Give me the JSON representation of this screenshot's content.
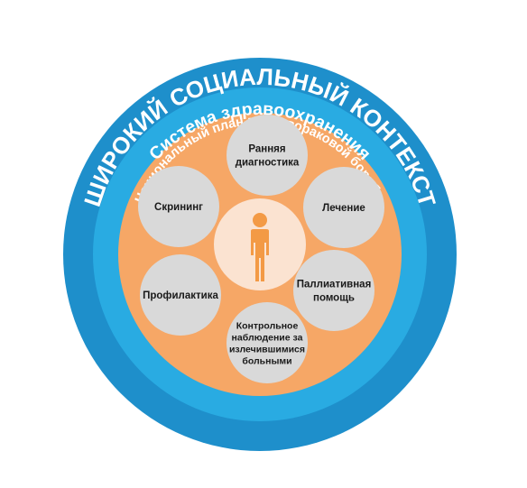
{
  "rings": {
    "outer": {
      "label": "ШИРОКИЙ СОЦИАЛЬНЫЙ КОНТЕКСТ",
      "color": "#1e8fcb"
    },
    "middle": {
      "label": "Система здравоохранения",
      "color": "#29abe2"
    },
    "inner": {
      "label": "Национальный план противораковой борьбы",
      "color": "#f6a766"
    }
  },
  "center": {
    "icon": "person-icon",
    "circle_color": "#fbe3d1",
    "icon_color": "#f39a45"
  },
  "nodes": [
    {
      "id": "early-diagnosis",
      "lines": [
        "Ранняя",
        "диагностика"
      ]
    },
    {
      "id": "treatment",
      "lines": [
        "Лечение"
      ]
    },
    {
      "id": "palliative-care",
      "lines": [
        "Паллиативная",
        "помощь"
      ]
    },
    {
      "id": "follow-up",
      "lines": [
        "Контрольное",
        "наблюдение за",
        "излечившимися",
        "больными"
      ]
    },
    {
      "id": "prevention",
      "lines": [
        "Профилактика"
      ]
    },
    {
      "id": "screening",
      "lines": [
        "Скрининг"
      ]
    }
  ],
  "node_color": "#d9d9d9"
}
